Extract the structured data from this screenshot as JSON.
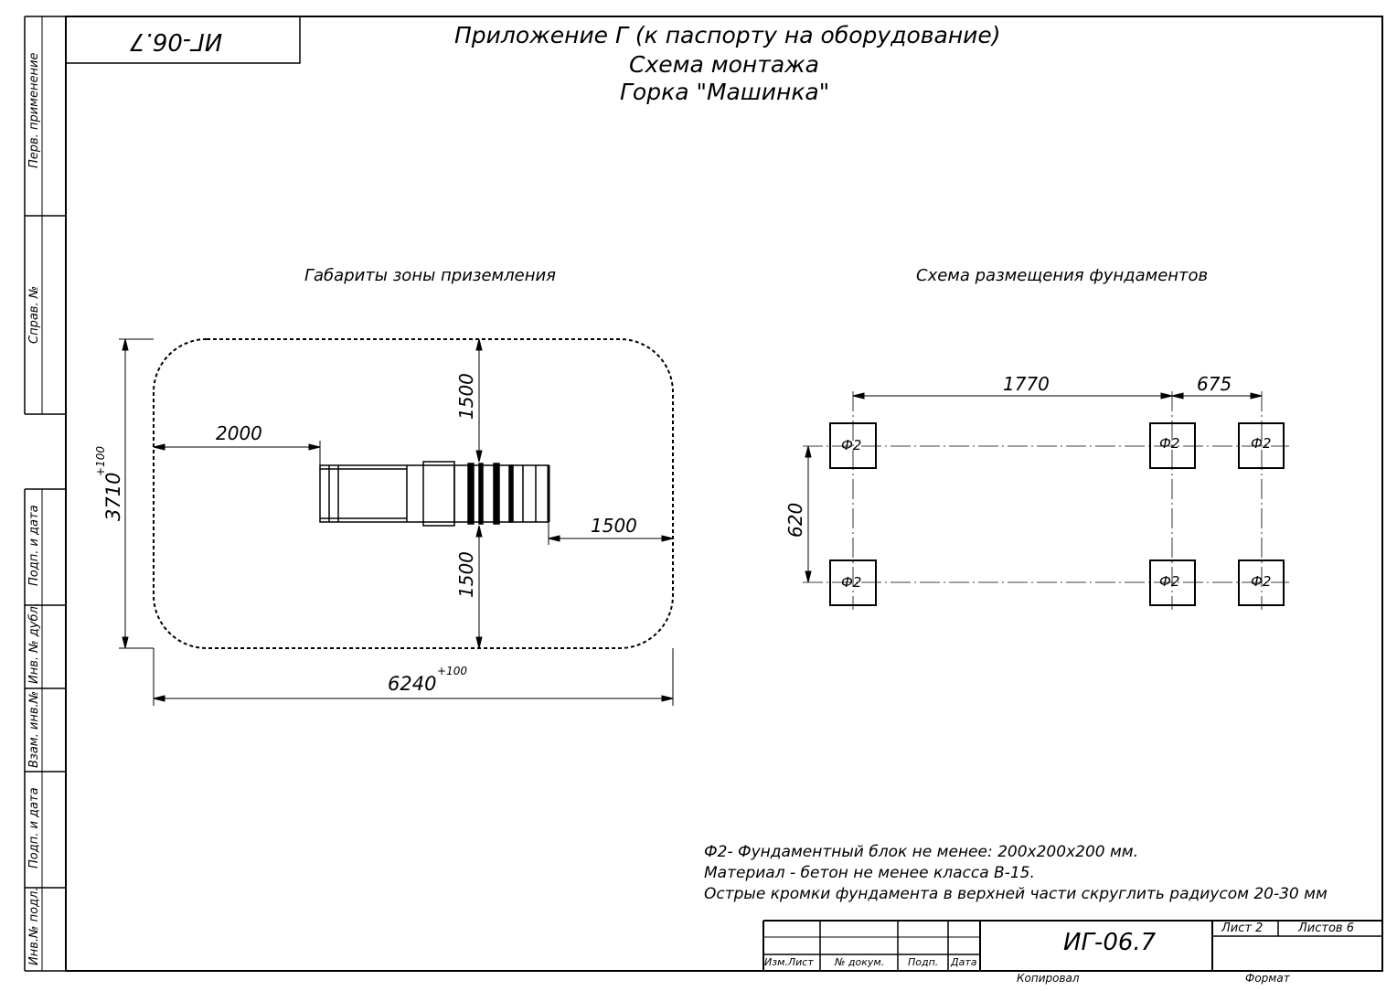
{
  "stamp_top": "ИГ-06.7",
  "header": {
    "line1": "Приложение Г (к паспорту на оборудование)",
    "line2": "Схема монтажа",
    "line3": "Горка \"Машинка\""
  },
  "side_labels": {
    "perv": "Перв. применение",
    "sprav": "Справ. №",
    "podp_data_1": "Подп. и дата",
    "inv_dubl": "Инв. № дубл.",
    "vzam_inv": "Взам. инв.№",
    "podp_data_2": "Подп. и дата",
    "inv_podl": "Инв.№ подл."
  },
  "landing_zone": {
    "title": "Габариты зоны приземления",
    "dim_width": "6240",
    "dim_width_tol": "+100",
    "dim_height": "3710",
    "dim_height_tol": "+100",
    "dim_left": "2000",
    "dim_right": "1500",
    "dim_top": "1500",
    "dim_bottom": "1500"
  },
  "foundations": {
    "title": "Схема размещения фундаментов",
    "dim_a": "1770",
    "dim_b": "675",
    "dim_c": "620",
    "block_label": "Ф2",
    "block_count": 6
  },
  "notes": {
    "line1": "Ф2- Фундаментный блок не менее: 200х200х200 мм.",
    "line2": "Материал - бетон не менее класса В-15.",
    "line3": "Острые кромки фундамента в верхней части скруглить радиусом 20-30 мм"
  },
  "title_block": {
    "doc_code": "ИГ-06.7",
    "col_izm_list": "Изм.Лист",
    "col_doc_no": "№ докум.",
    "col_podp": "Подп.",
    "col_data": "Дата",
    "sheet": "Лист 2",
    "sheets_total": "Листов 6",
    "kopiroval": "Копировал",
    "format": "Формат"
  }
}
